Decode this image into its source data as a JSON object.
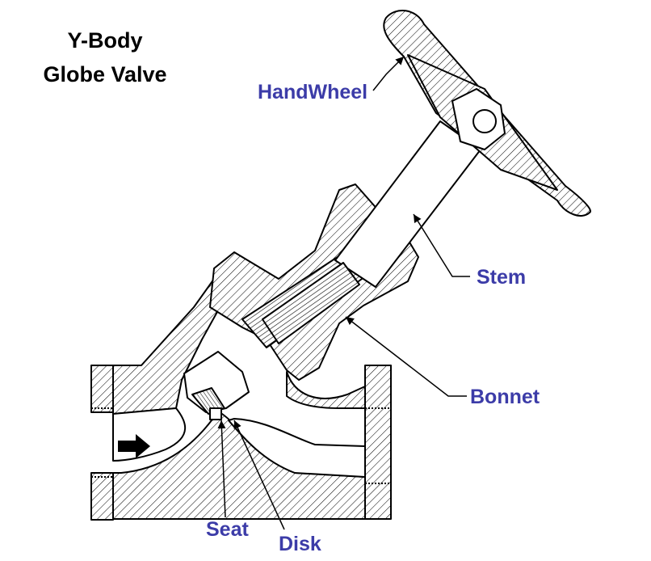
{
  "title": {
    "line1": "Y-Body",
    "line2": "Globe Valve"
  },
  "labels": {
    "handwheel": "HandWheel",
    "stem": "Stem",
    "bonnet": "Bonnet",
    "seat": "Seat",
    "disk": "Disk"
  },
  "colors": {
    "label": "#3c3ca8",
    "line": "#000000",
    "background": "#ffffff"
  },
  "icons": {
    "flow": "flow-direction-arrow-icon"
  }
}
